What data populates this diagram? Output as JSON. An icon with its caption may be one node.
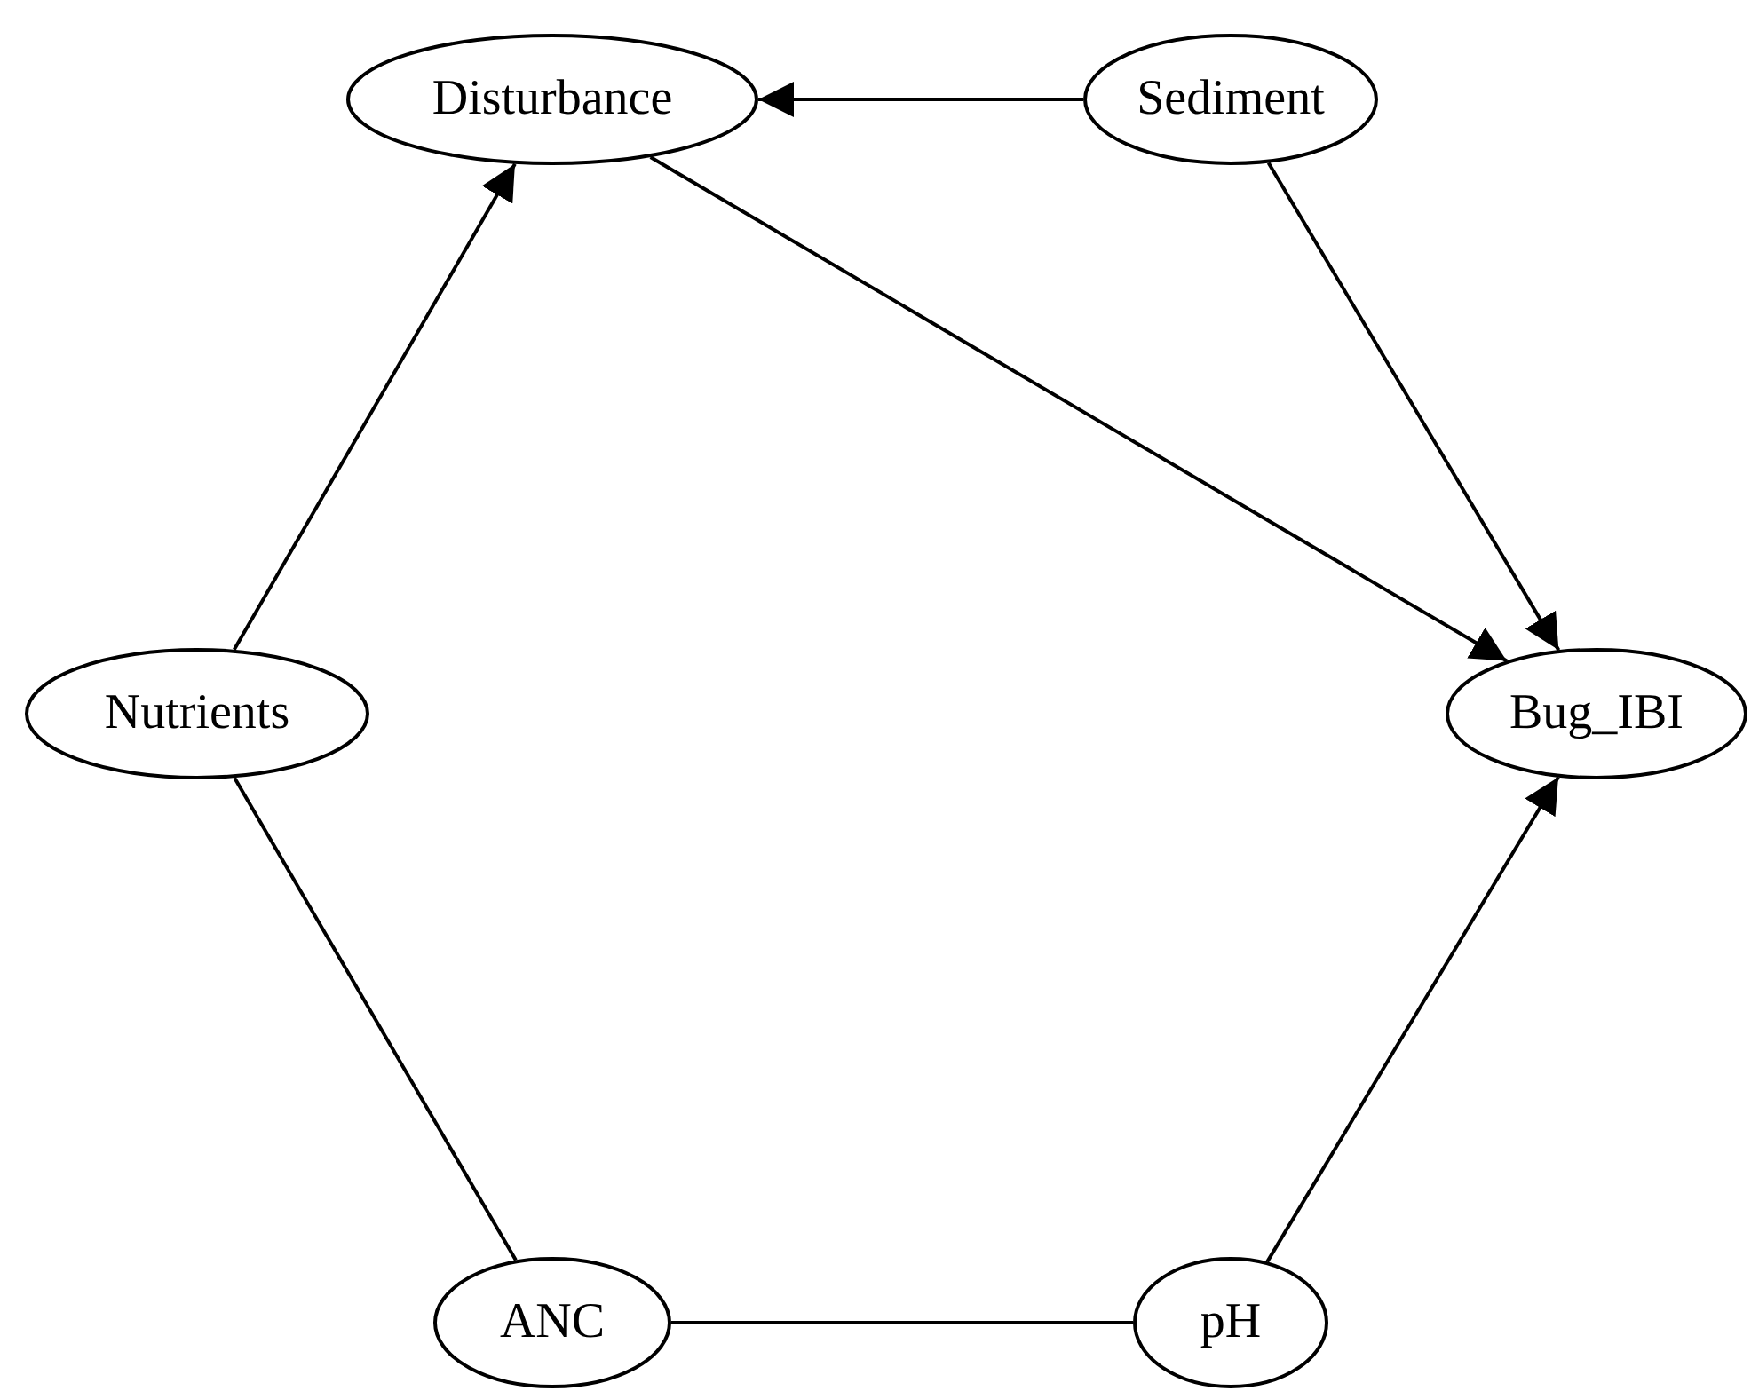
{
  "diagram": {
    "nodes": [
      {
        "text": [
          "Disturbance"
        ]
      },
      {
        "text": [
          "Sediment"
        ]
      },
      {
        "text": [
          "Nutrients"
        ]
      },
      {
        "text": [
          "Bug_IBI"
        ]
      },
      {
        "text": [
          "ANC"
        ]
      },
      {
        "text": [
          "pH"
        ]
      }
    ],
    "edges": [
      {
        "from": 1,
        "to": 0,
        "arrow": "to"
      },
      {
        "from": 0,
        "to": 3,
        "arrow": "to"
      },
      {
        "from": 1,
        "to": 3,
        "arrow": "to"
      },
      {
        "from": 2,
        "to": 0,
        "arrow": "to"
      },
      {
        "from": 2,
        "to": 4,
        "arrow": "none"
      },
      {
        "from": 4,
        "to": 5,
        "arrow": "none"
      },
      {
        "from": 5,
        "to": 3,
        "arrow": "to"
      }
    ]
  }
}
